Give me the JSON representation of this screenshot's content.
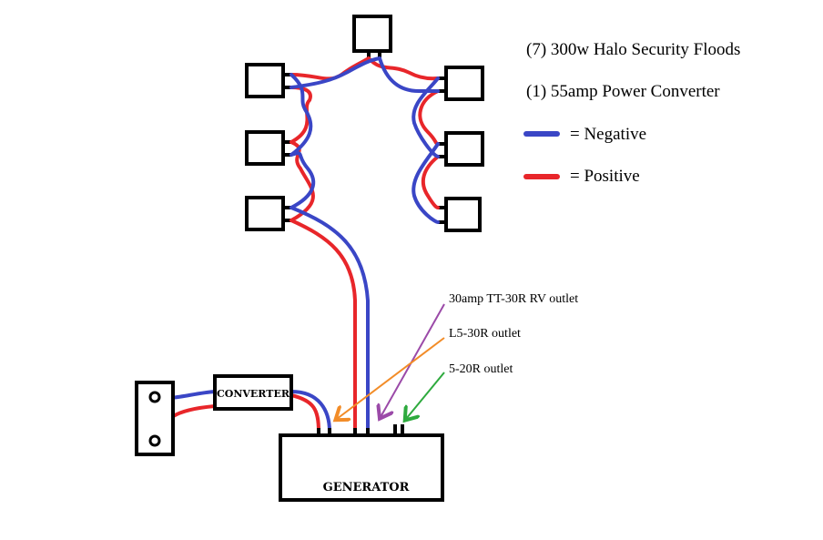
{
  "legend": {
    "floods_line": "(7) 300w Halo Security Floods",
    "converter_line": "(1) 55amp Power Converter",
    "negative_label": "= Negative",
    "positive_label": "= Positive"
  },
  "outlets": {
    "tt30r": "30amp TT-30R RV outlet",
    "l530r": "L5-30R outlet",
    "r520": "5-20R outlet"
  },
  "components": {
    "converter": "CONVERTER",
    "generator": "GENERATOR"
  },
  "colors": {
    "negative": "#3a46c6",
    "positive": "#e8262a",
    "tt30r_arrow": "#9b4aa8",
    "l530r_arrow": "#f28c28",
    "r520_arrow": "#2eaa3e"
  }
}
